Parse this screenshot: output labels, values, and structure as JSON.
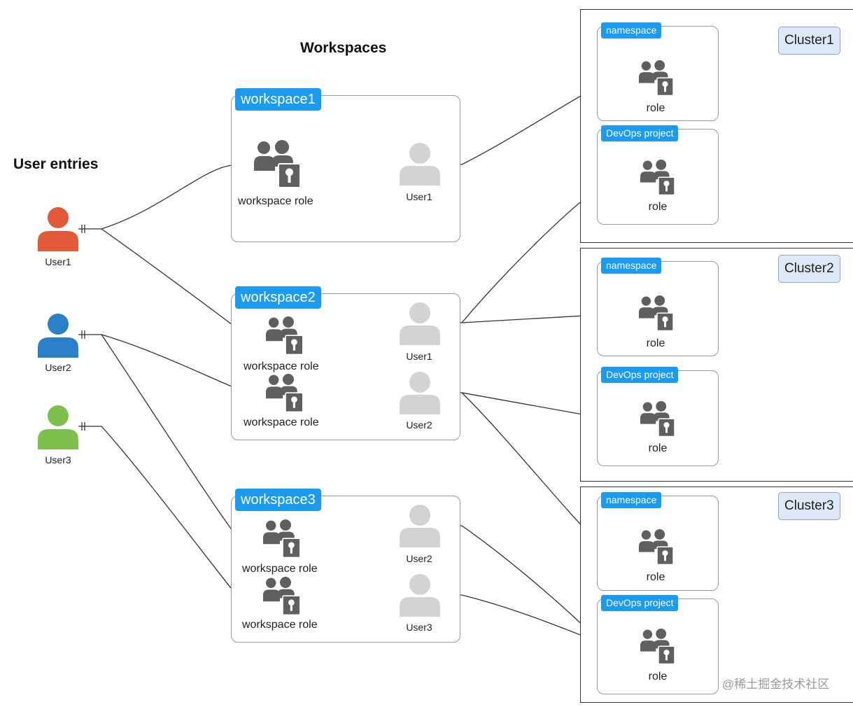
{
  "headings": {
    "workspaces": "Workspaces",
    "user_entries": "User entries"
  },
  "users": [
    {
      "label": "User1",
      "color": "#e05a3a"
    },
    {
      "label": "User2",
      "color": "#2a7fc6"
    },
    {
      "label": "User3",
      "color": "#7dc04e"
    }
  ],
  "workspaces": [
    {
      "tag": "workspace1",
      "roles": [
        "workspace role"
      ],
      "members": [
        "User1"
      ]
    },
    {
      "tag": "workspace2",
      "roles": [
        "workspace role",
        "workspace role"
      ],
      "members": [
        "User1",
        "User2"
      ]
    },
    {
      "tag": "workspace3",
      "roles": [
        "workspace role",
        "workspace role"
      ],
      "members": [
        "User2",
        "User3"
      ]
    }
  ],
  "clusters": [
    {
      "tag": "Cluster1",
      "namespace_tag": "namespace",
      "namespace_role": "role",
      "devops_tag": "DevOps project",
      "devops_role": "role"
    },
    {
      "tag": "Cluster2",
      "namespace_tag": "namespace",
      "namespace_role": "role",
      "devops_tag": "DevOps project",
      "devops_role": "role"
    },
    {
      "tag": "Cluster3",
      "namespace_tag": "namespace",
      "namespace_role": "role",
      "devops_tag": "DevOps project",
      "devops_role": "role"
    }
  ],
  "watermark": "@稀土掘金技术社区",
  "colors": {
    "tag_blue": "#1a9bf0",
    "role_icon": "#5f5f5f",
    "member_icon": "#d3d3d3"
  }
}
